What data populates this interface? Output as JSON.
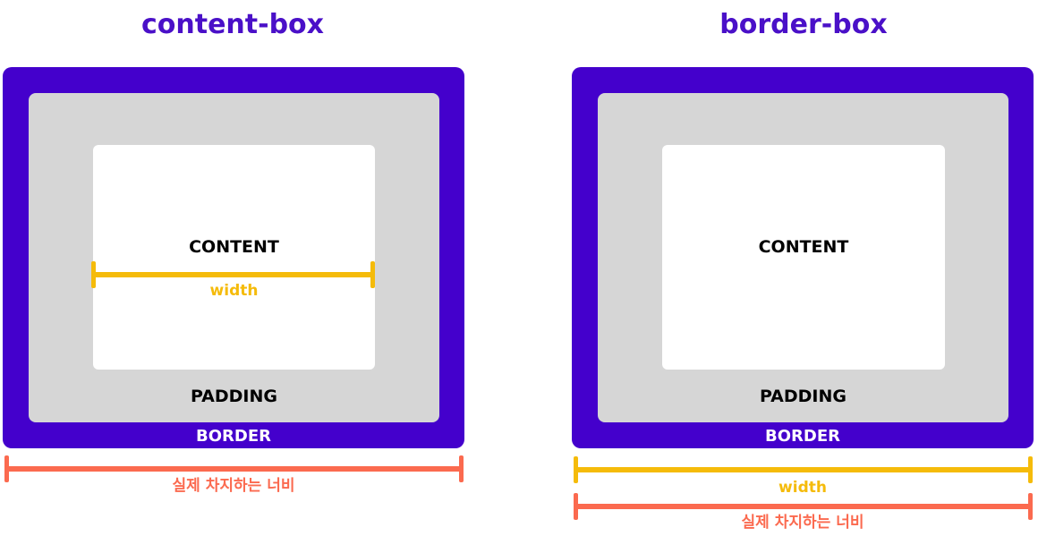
{
  "colors": {
    "border": "#4400cc",
    "padding": "#d6d6d6",
    "content": "#ffffff",
    "title": "#4a10c8",
    "width_measure": "#f5bb0a",
    "actual_measure": "#fb6a4f"
  },
  "panels": {
    "content_box": {
      "title": "content-box",
      "content_label": "CONTENT",
      "width_label": "width",
      "padding_label": "PADDING",
      "border_label": "BORDER",
      "actual_width_label": "실제 차지하는 너비"
    },
    "border_box": {
      "title": "border-box",
      "content_label": "CONTENT",
      "width_label": "width",
      "padding_label": "PADDING",
      "border_label": "BORDER",
      "actual_width_label": "실제 차지하는 너비"
    }
  }
}
